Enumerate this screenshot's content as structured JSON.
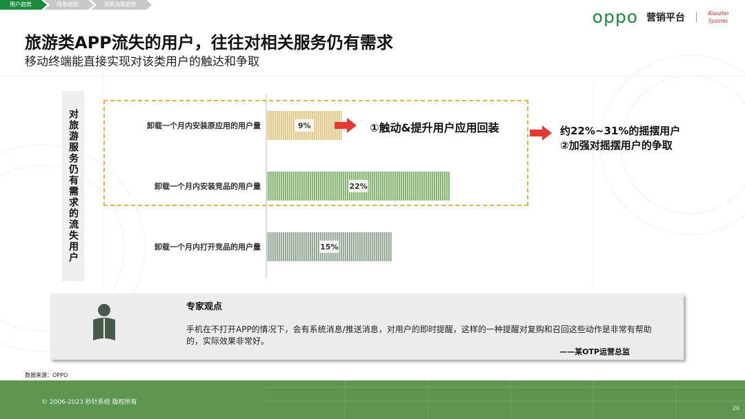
{
  "tabs": [
    {
      "label": "用户趋势",
      "active": true
    },
    {
      "label": "场景趋势",
      "active": false
    },
    {
      "label": "消费决策趋势",
      "active": false
    }
  ],
  "header": {
    "brand": "oppo",
    "platform": "营销平台",
    "partner_logo": "Miaozhen Systems"
  },
  "title": "旅游类APP流失的用户，往往对相关服务仍有需求",
  "subtitle": "移动终端能直接实现对该类用户的触达和争取",
  "vertical_label": "对旅游服务仍有需求的流失用户",
  "chart_data": {
    "type": "bar",
    "orientation": "horizontal",
    "categories": [
      "卸载一个月内安装原应用的用户量",
      "卸载一个月内安装竞品的用户量",
      "卸载一个月内打开竞品的用户量"
    ],
    "values": [
      9,
      22,
      15
    ],
    "value_labels": [
      "9%",
      "22%",
      "15%"
    ],
    "xlim": [
      0,
      22
    ],
    "colors": [
      "#e6d09a",
      "#8cb37a",
      "#9aa89a"
    ]
  },
  "callouts": {
    "c1": "①触动&提升用户应用回装",
    "c2_line1": "约22%~31%的摇摆用户",
    "c2_line2": "②加强对摇摆用户的争取"
  },
  "expert": {
    "title": "专家观点",
    "body": "手机在不打开APP的情况下，会有系统消息/推送消息，对用户的即时提醒，这样的一种提醒对复购和召回这些动作是非常有帮助的，实际效果非常好。",
    "signature": "——某OTP运营总监"
  },
  "source": "数据来源：OPPO",
  "footer": {
    "copyright": "© 2006-2023 秒针系统 版权所有",
    "page": "20"
  },
  "colors": {
    "brand_green": "#1a8a3c",
    "accent_red": "#e53935",
    "dashed_border": "#e3b33a"
  }
}
